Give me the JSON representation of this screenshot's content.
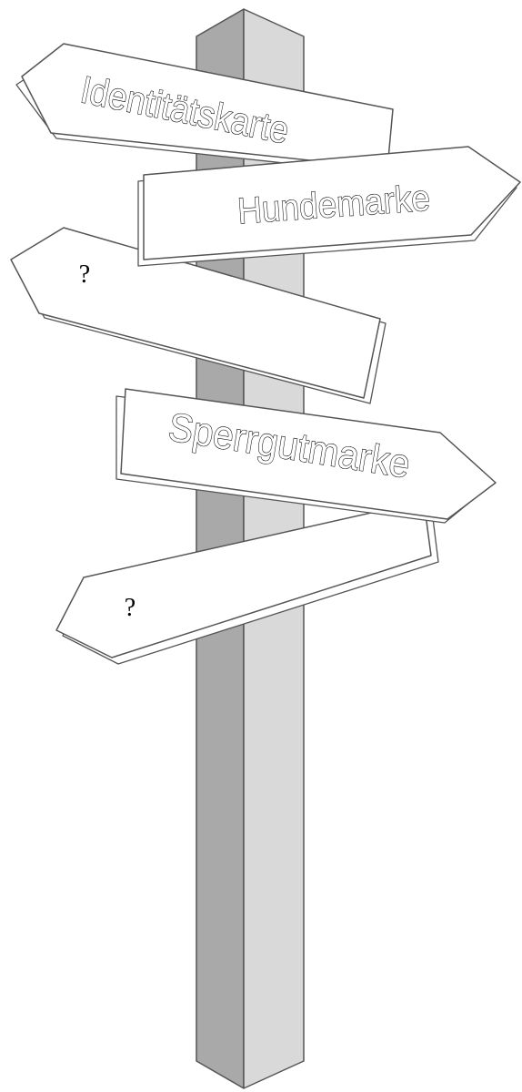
{
  "signs": {
    "sign1": {
      "label": "Identitätskarte"
    },
    "sign2": {
      "label": "Hundemarke"
    },
    "sign3": {
      "label": "?"
    },
    "sign4": {
      "label": "Sperrgutmarke"
    },
    "sign5": {
      "label": "?"
    }
  },
  "colors": {
    "post_left_face": "#a9a9a9",
    "post_right_face": "#d9d9d9",
    "outline": "#555555",
    "board_fill": "#ffffff"
  }
}
